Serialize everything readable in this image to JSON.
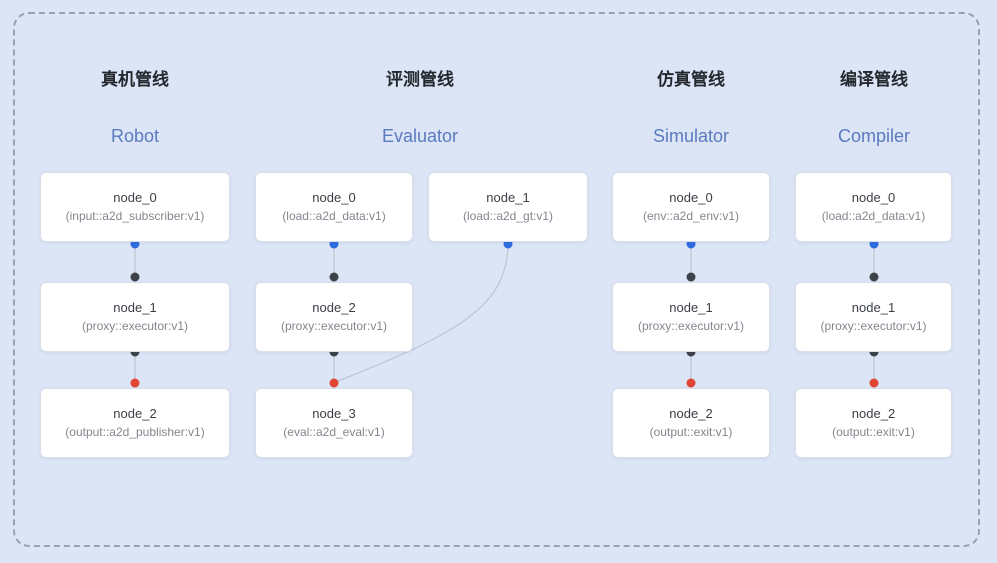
{
  "pipelines": [
    {
      "title_zh": "真机管线",
      "title_en": "Robot",
      "nodes": [
        {
          "name": "node_0",
          "type": "(input::a2d_subscriber:v1)"
        },
        {
          "name": "node_1",
          "type": "(proxy::executor:v1)"
        },
        {
          "name": "node_2",
          "type": "(output::a2d_publisher:v1)"
        }
      ]
    },
    {
      "title_zh": "评测管线",
      "title_en": "Evaluator",
      "nodes": [
        {
          "name": "node_0",
          "type": "(load::a2d_data:v1)"
        },
        {
          "name": "node_1",
          "type": "(load::a2d_gt:v1)"
        },
        {
          "name": "node_2",
          "type": "(proxy::executor:v1)"
        },
        {
          "name": "node_3",
          "type": "(eval::a2d_eval:v1)"
        }
      ]
    },
    {
      "title_zh": "仿真管线",
      "title_en": "Simulator",
      "nodes": [
        {
          "name": "node_0",
          "type": "(env::a2d_env:v1)"
        },
        {
          "name": "node_1",
          "type": "(proxy::executor:v1)"
        },
        {
          "name": "node_2",
          "type": "(output::exit:v1)"
        }
      ]
    },
    {
      "title_zh": "编译管线",
      "title_en": "Compiler",
      "nodes": [
        {
          "name": "node_0",
          "type": "(load::a2d_data:v1)"
        },
        {
          "name": "node_1",
          "type": "(proxy::executor:v1)"
        },
        {
          "name": "node_2",
          "type": "(output::exit:v1)"
        }
      ]
    }
  ],
  "colors": {
    "background": "#dbe5f6",
    "dashed_border": "#99a1ae",
    "header_en": "#5b7abf",
    "edge": "#bdc7d4",
    "port_output_blue": "#2f6ce0",
    "port_input_dark": "#3d4249",
    "port_final_red": "#e14634"
  }
}
